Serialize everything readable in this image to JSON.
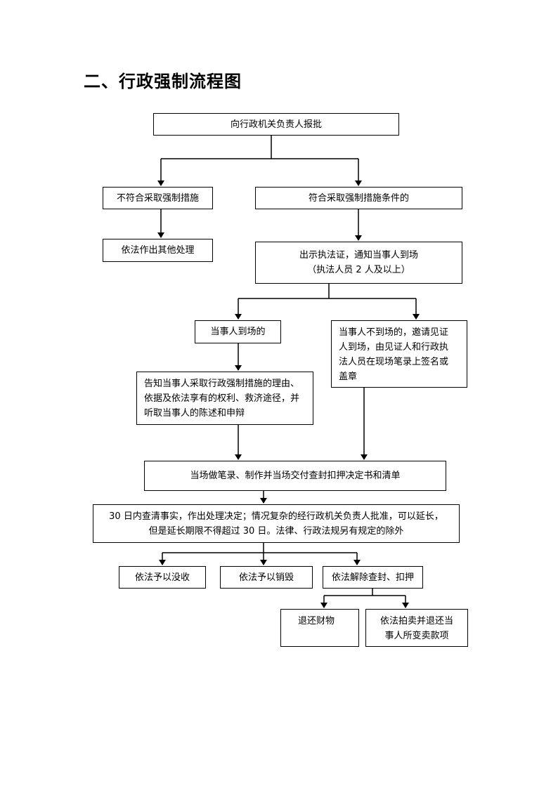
{
  "title": "二、行政强制流程图",
  "nodes": {
    "report": "向行政机关负责人报批",
    "not_meet": "不符合采取强制措施",
    "meet": "符合采取强制措施条件的",
    "other": "依法作出其他处理",
    "show_cert": [
      "出示执法证，通知当事人到场",
      "（执法人员 2 人及以上）"
    ],
    "present": "当事人到场的",
    "absent": [
      "当事人不到场的，邀请见证",
      "人到场，由见证人和行政执",
      "法人员在现场笔录上签名或",
      "盖章"
    ],
    "inform": [
      "告知当事人采取行政强制措施的理由、",
      "依据及依法享有的权利、救济途径，并",
      "听取当事人的陈述和申辩"
    ],
    "record": "当场做笔录、制作并当场交付查封扣押决定书和清单",
    "decide": [
      "30 日内查清事实，作出处理决定；情况复杂的经行政机关负责人批准，可以延长，",
      "但是延长期限不得超过 30 日。法律、行政法规另有规定的除外"
    ],
    "confiscate": "依法予以没收",
    "destroy": "依法予以销毁",
    "release": "依法解除查封、扣押",
    "return": "退还财物",
    "auction": [
      "依法拍卖并退还当",
      "事人所变卖款项"
    ]
  }
}
